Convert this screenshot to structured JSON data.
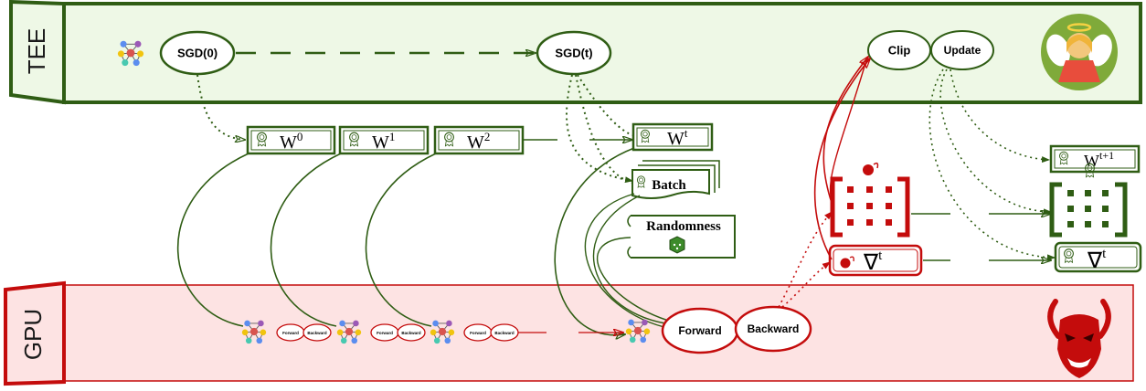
{
  "tee": {
    "label": "TEE",
    "sgd_first": "SGD(0)",
    "sgd_t": "SGD(t)",
    "clip": "Clip",
    "update": "Update"
  },
  "gpu": {
    "label": "GPU",
    "forward_small": "Forward",
    "backward_small": "Backward",
    "forward": "Forward",
    "backward": "Backward"
  },
  "weights": [
    {
      "base": "W",
      "sup": "0"
    },
    {
      "base": "W",
      "sup": "1"
    },
    {
      "base": "W",
      "sup": "2"
    },
    {
      "base": "W",
      "sup": "t"
    },
    {
      "base": "W",
      "sup": "t+1"
    }
  ],
  "batch": "Batch",
  "randomness": "Randomness",
  "gradient": {
    "base": "∇",
    "sup": "t"
  },
  "icons": {
    "network": "neural-network-icon",
    "angel": "angel-icon",
    "devil": "devil-icon",
    "seal": "certificate-seal-icon",
    "dice": "dice-icon"
  },
  "colors": {
    "tee_fill": "#eef8e6",
    "tee_stroke": "#2f5d14",
    "gpu_fill": "#fde3e3",
    "gpu_stroke": "#c40c0c"
  }
}
